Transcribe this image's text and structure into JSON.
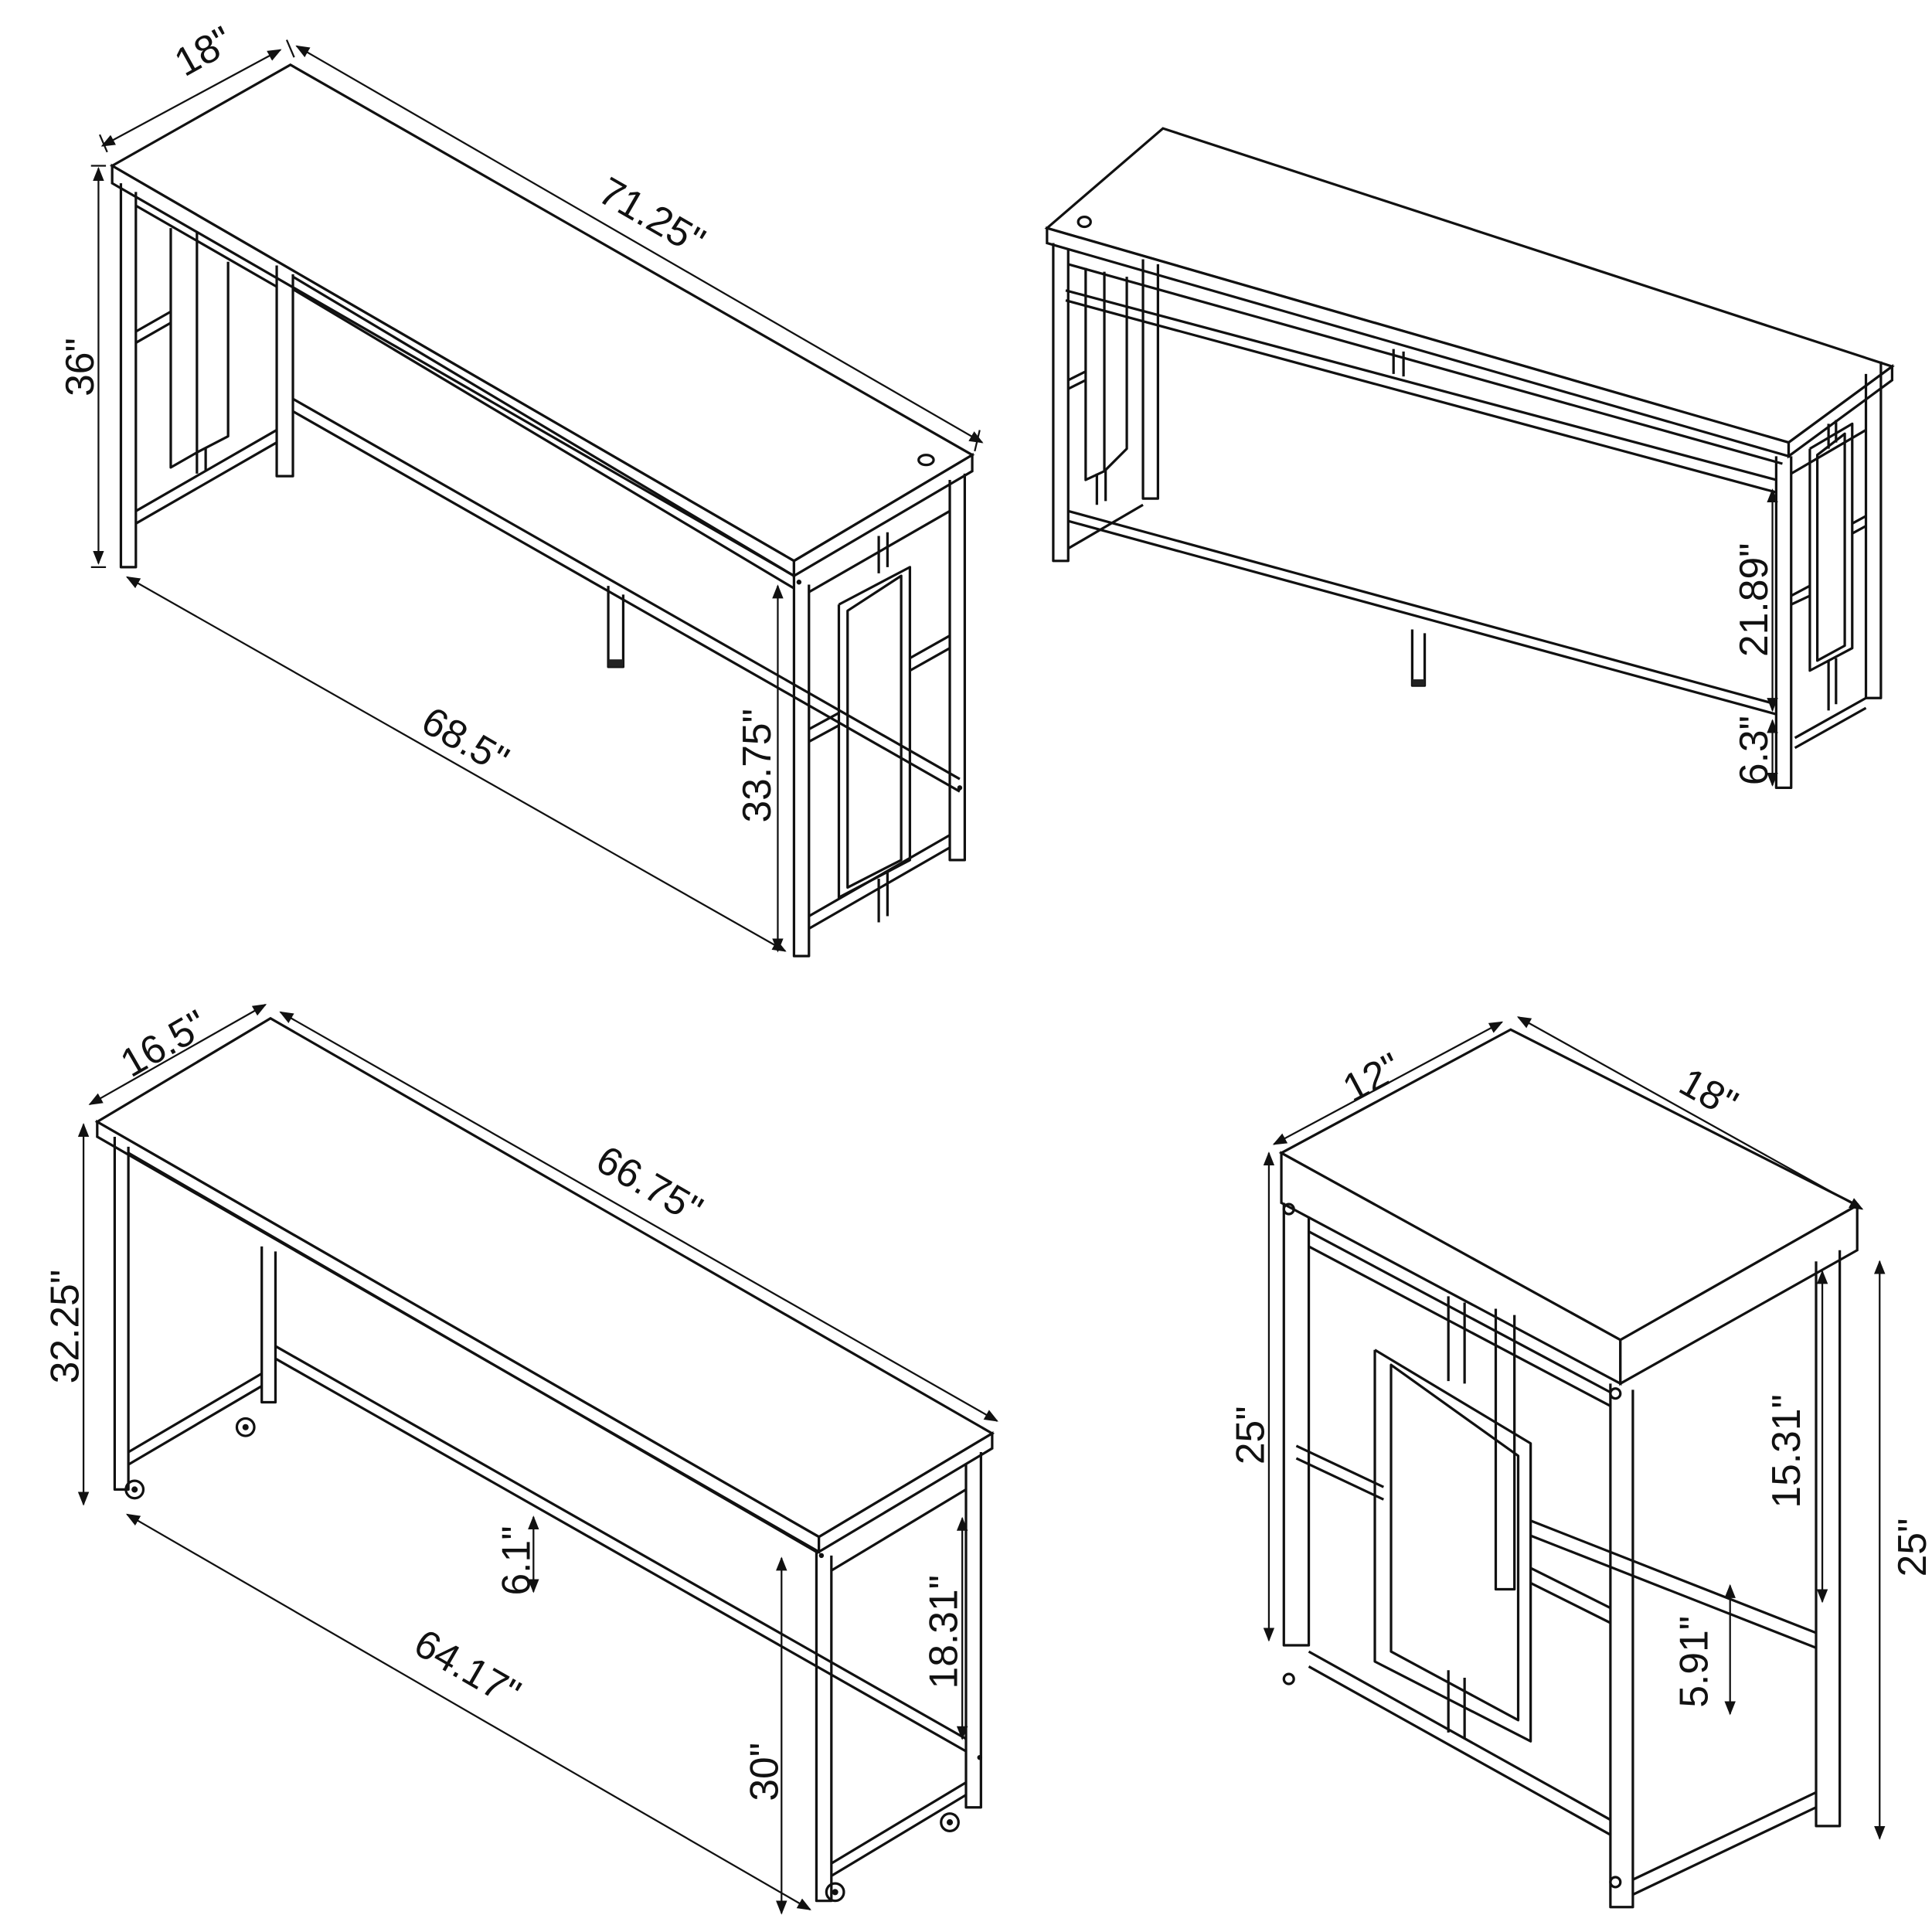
{
  "diagrams": [
    {
      "id": "desk-top-left",
      "dimensions": {
        "depth": "18\"",
        "width": "71.25\"",
        "height": "36\"",
        "inner_width": "68.5\"",
        "inner_height": "33.75\""
      }
    },
    {
      "id": "desk-top-right",
      "dimensions": {
        "leg_clearance": "21.89\"",
        "bottom_bar_height": "6.3\""
      }
    },
    {
      "id": "desk-bottom-left",
      "dimensions": {
        "depth": "16.5\"",
        "width": "66.75\"",
        "height": "32.25\"",
        "inner_width": "64.17\"",
        "inner_height": "30\"",
        "shelf_clearance": "18.31\"",
        "bar_gap": "6.1\""
      }
    },
    {
      "id": "end-table-bottom-right",
      "dimensions": {
        "depth": "12\"",
        "width": "18\"",
        "height_left": "25\"",
        "height_right": "25\"",
        "upper_clearance": "15.31\"",
        "bottom_gap": "5.91\""
      }
    }
  ]
}
